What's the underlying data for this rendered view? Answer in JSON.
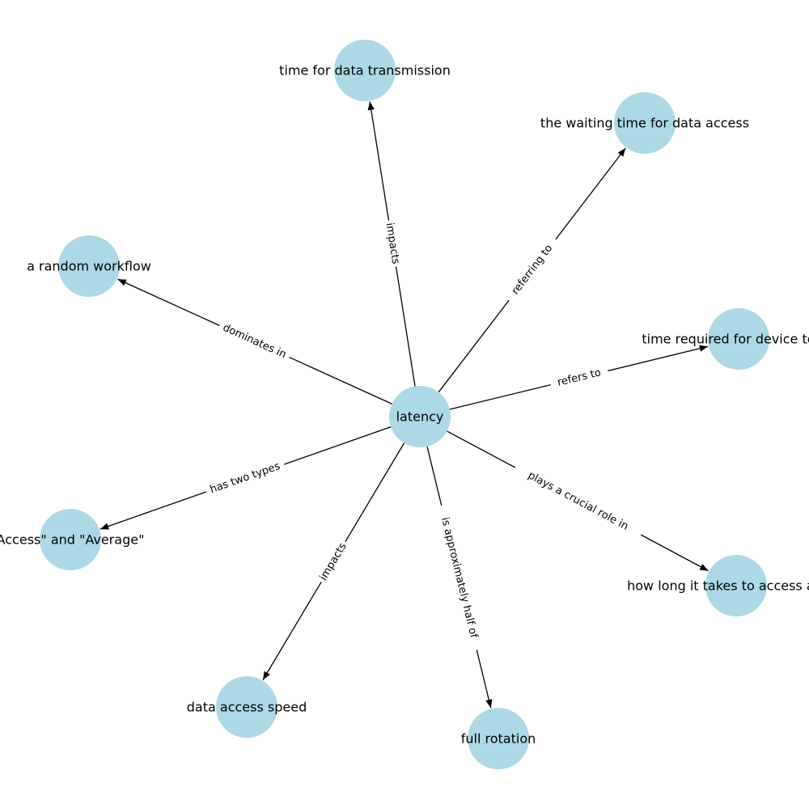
{
  "graph": {
    "node_color": "#add8e6",
    "edge_color": "#000000",
    "center": {
      "id": "latency",
      "label": "latency"
    },
    "nodes": [
      {
        "id": "time-for-data-transmission",
        "label": "time for data transmission"
      },
      {
        "id": "waiting-time",
        "label": "the waiting time for data access"
      },
      {
        "id": "random-workflow",
        "label": "a random workflow"
      },
      {
        "id": "time-required",
        "label": "time required for device to ge"
      },
      {
        "id": "two-types",
        "label": "Access\" and \"Average\""
      },
      {
        "id": "how-long",
        "label": "how long it takes to access and tr"
      },
      {
        "id": "data-access-speed",
        "label": "data access speed"
      },
      {
        "id": "full-rotation",
        "label": "full rotation"
      }
    ],
    "edges": [
      {
        "source": "latency",
        "target": "time-for-data-transmission",
        "label": "impacts"
      },
      {
        "source": "latency",
        "target": "waiting-time",
        "label": "referring to"
      },
      {
        "source": "latency",
        "target": "random-workflow",
        "label": "dominates in"
      },
      {
        "source": "latency",
        "target": "time-required",
        "label": "refers to"
      },
      {
        "source": "latency",
        "target": "two-types",
        "label": "has two types"
      },
      {
        "source": "latency",
        "target": "how-long",
        "label": "plays a crucial role in"
      },
      {
        "source": "latency",
        "target": "data-access-speed",
        "label": "impacts"
      },
      {
        "source": "latency",
        "target": "full-rotation",
        "label": "is approximately half of"
      }
    ]
  }
}
